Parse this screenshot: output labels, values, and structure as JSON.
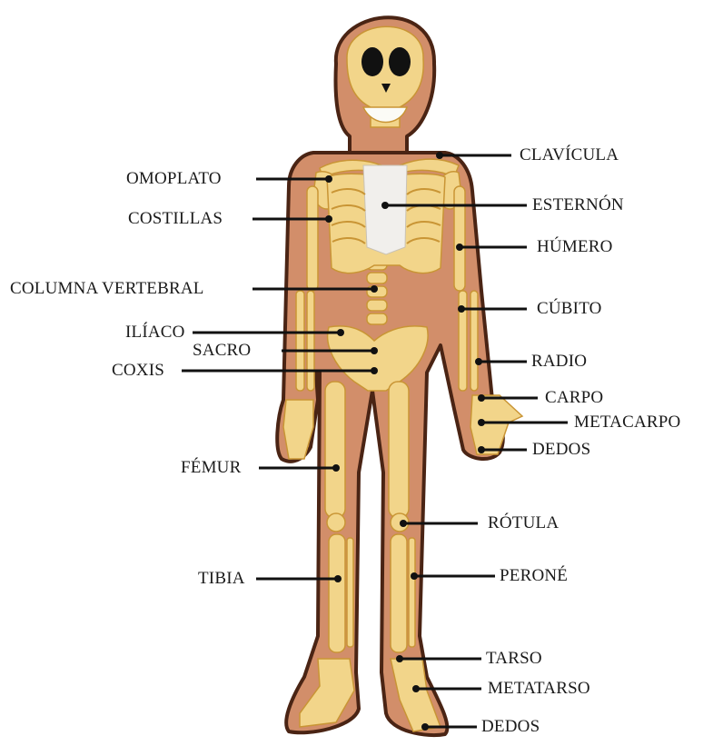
{
  "diagram": {
    "labels_left": {
      "omoplato": "OMOPLATO",
      "costillas": "COSTILLAS",
      "columna": "COLUMNA VERTEBRAL",
      "iliaco": "ILÍACO",
      "sacro": "SACRO",
      "coxis": "COXIS",
      "femur": "FÉMUR",
      "tibia": "TIBIA"
    },
    "labels_right": {
      "clavicula": "CLAVÍCULA",
      "esternon": "ESTERNÓN",
      "humero": "HÚMERO",
      "cubito": "CÚBITO",
      "radio": "RADIO",
      "carpo": "CARPO",
      "metacarpo": "METACARPO",
      "dedos_mano": "DEDOS",
      "rotula": "RÓTULA",
      "perone": "PERONÉ",
      "tarso": "TARSO",
      "metatarso": "METATARSO",
      "dedos_pie": "DEDOS"
    },
    "colors": {
      "body_fill": "#d28e6a",
      "body_outline": "#4a2414",
      "bone": "#f2d58a",
      "bone_shadow": "#c99535",
      "sternum": "#f1efec",
      "leader_line": "#111111"
    }
  }
}
